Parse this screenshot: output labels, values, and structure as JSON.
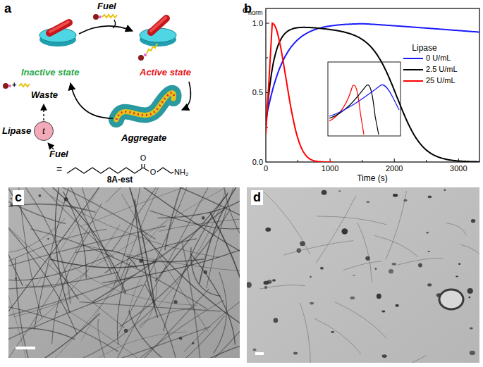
{
  "diagram": {
    "nodes": [
      {
        "text": [
          "t"
        ]
      }
    ],
    "labels": [
      "a",
      "Fuel",
      "Active state",
      "Inactive state",
      "Waste",
      "Lipase",
      "Fuel",
      "Aggregate",
      "8A-est",
      "=",
      "O",
      "O",
      "NH",
      "2",
      "b",
      "1.0",
      "0.5",
      "0.0",
      "0",
      "1000",
      "2000",
      "3000",
      "Time (s)",
      "α",
      "norm",
      "Lipase",
      "c",
      "d",
      "+"
    ],
    "legend": [
      {
        "text": "0 U/mL"
      },
      {
        "text": "2.5 U/mL"
      },
      {
        "text": "25 U/mL"
      }
    ]
  }
}
